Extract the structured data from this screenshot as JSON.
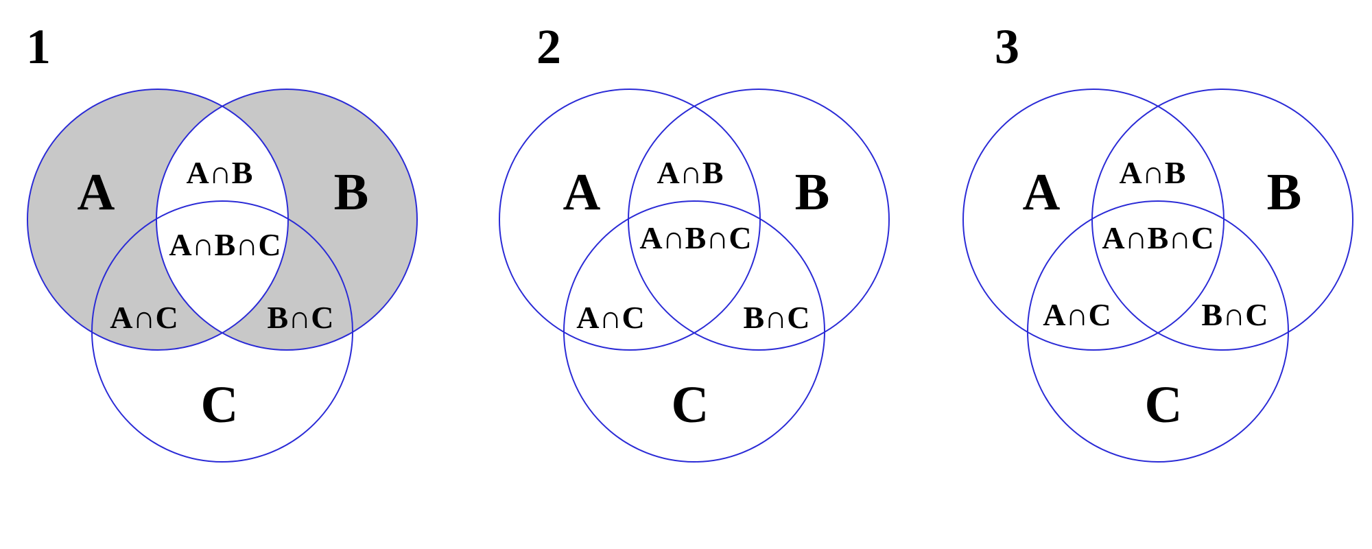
{
  "colors": {
    "circle_stroke": "#2a2ad6",
    "shade_fill": "#c8c8c8",
    "text": "#000000"
  },
  "panels": [
    {
      "number": "1",
      "shaded_regions": [
        "A-only",
        "B-only",
        "A∩C-only",
        "B∩C-only"
      ],
      "labels": {
        "A": "A",
        "B": "B",
        "C": "C",
        "AB": "A∩B",
        "ABC": "A∩B∩C",
        "AC": "A∩C",
        "BC": "B∩C"
      }
    },
    {
      "number": "2",
      "shaded_regions": [],
      "labels": {
        "A": "A",
        "B": "B",
        "C": "C",
        "AB": "A∩B",
        "ABC": "A∩B∩C",
        "AC": "A∩C",
        "BC": "B∩C"
      }
    },
    {
      "number": "3",
      "shaded_regions": [],
      "labels": {
        "A": "A",
        "B": "B",
        "C": "C",
        "AB": "A∩B",
        "ABC": "A∩B∩C",
        "AC": "A∩C",
        "BC": "B∩C"
      }
    }
  ]
}
